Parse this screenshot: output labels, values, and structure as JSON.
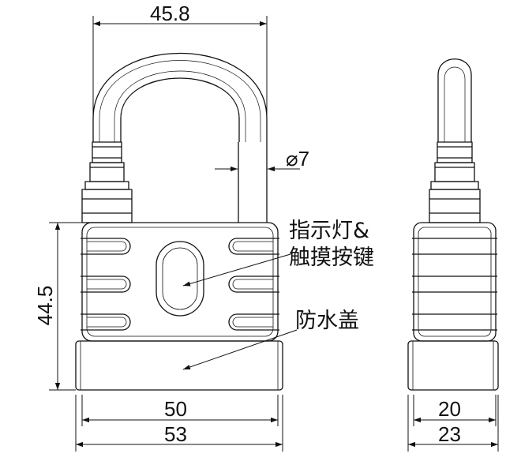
{
  "dimensions": {
    "shackle_width": "45.8",
    "shackle_diameter": "⌀7",
    "body_height": "44.5",
    "body_width": "50",
    "cover_width": "53",
    "side_body_width": "20",
    "side_cover_width": "23"
  },
  "callouts": {
    "indicator_line1": "指示灯&",
    "indicator_line2": "触摸按键",
    "cover": "防水盖"
  }
}
